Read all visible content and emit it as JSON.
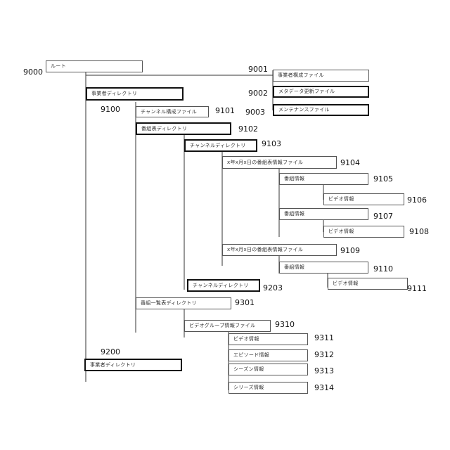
{
  "nodes": {
    "n9000": "ルート",
    "n9001": "事業者構成ファイル",
    "n9002": "メタデータ更新ファイル",
    "n9003": "メンテナンスファイル",
    "n9100": "事業者ディレクトリ",
    "n9101": "チャンネル構成ファイル",
    "n9102": "番組表ディレクトリ",
    "n9103": "チャンネルディレクトリ",
    "n9104": "x年x月x日の番組表情報ファイル",
    "n9105": "番組情報",
    "n9106": "ビデオ情報",
    "n9107": "番組情報",
    "n9108": "ビデオ情報",
    "n9109": "x年x月x日の番組表情報ファイル",
    "n9110": "番組情報",
    "n9111": "ビデオ情報",
    "n9203": "チャンネルディレクトリ",
    "n9301": "番組一覧表ディレクトリ",
    "n9310": "ビデオグループ情報ファイル",
    "n9311": "ビデオ情報",
    "n9312": "エピソード情報",
    "n9313": "シーズン情報",
    "n9314": "シリーズ情報",
    "n9200": "事業者ディレクトリ"
  },
  "refs": {
    "r9000": "9000",
    "r9001": "9001",
    "r9002": "9002",
    "r9003": "9003",
    "r9100": "9100",
    "r9101": "9101",
    "r9102": "9102",
    "r9103": "9103",
    "r9104": "9104",
    "r9105": "9105",
    "r9106": "9106",
    "r9107": "9107",
    "r9108": "9108",
    "r9109": "9109",
    "r9110": "9110",
    "r9111": "9111",
    "r9203": "9203",
    "r9301": "9301",
    "r9310": "9310",
    "r9311": "9311",
    "r9312": "9312",
    "r9313": "9313",
    "r9314": "9314",
    "r9200": "9200"
  },
  "colors": {
    "line": "#333333",
    "box_border": "#555555",
    "bold_border": "#111111"
  }
}
